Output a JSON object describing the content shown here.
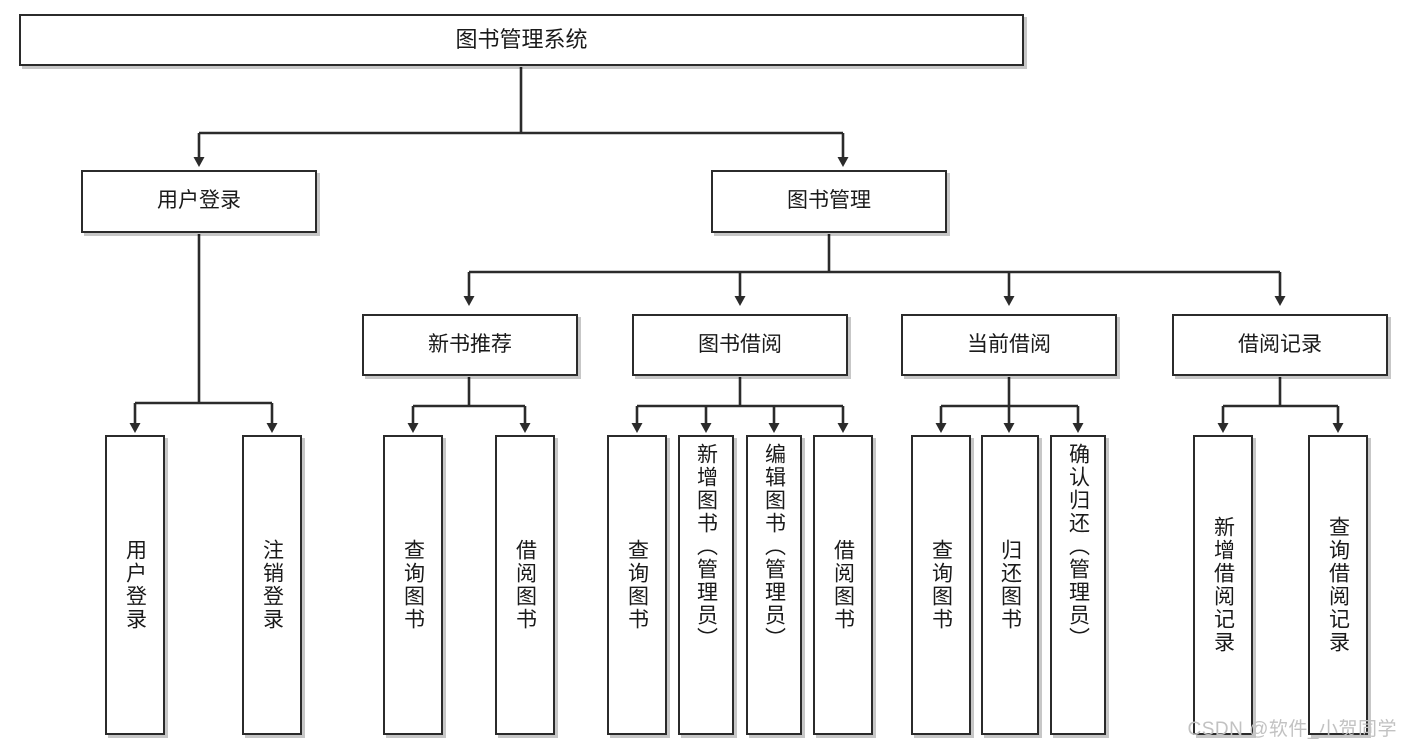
{
  "diagram": {
    "title": "图书管理系统",
    "type": "tree-hierarchy-diagram",
    "root": {
      "label": "图书管理系统"
    },
    "level1": [
      {
        "label": "用户登录"
      },
      {
        "label": "图书管理"
      }
    ],
    "level2": [
      {
        "label": "新书推荐"
      },
      {
        "label": "图书借阅"
      },
      {
        "label": "当前借阅"
      },
      {
        "label": "借阅记录"
      }
    ],
    "leaves": {
      "user_login": [
        {
          "label": "用户登录"
        },
        {
          "label": "注销登录"
        }
      ],
      "new_book_recommend": [
        {
          "label": "查询图书"
        },
        {
          "label": "借阅图书"
        }
      ],
      "book_borrow": [
        {
          "label": "查询图书"
        },
        {
          "label": "新增图书（管理员）"
        },
        {
          "label": "编辑图书（管理员）"
        },
        {
          "label": "借阅图书"
        }
      ],
      "current_borrow": [
        {
          "label": "查询图书"
        },
        {
          "label": "归还图书"
        },
        {
          "label": "确认归还（管理员）"
        }
      ],
      "borrow_records": [
        {
          "label": "新增借阅记录"
        },
        {
          "label": "查询借阅记录"
        }
      ]
    }
  },
  "watermark": {
    "text": "CSDN @软件_小贺同学"
  },
  "colors": {
    "box_border": "#2b2b2b",
    "box_fill": "#ffffff",
    "connector": "#2b2b2b",
    "text": "#1a1a1a",
    "watermark": "#c2c2c2"
  }
}
